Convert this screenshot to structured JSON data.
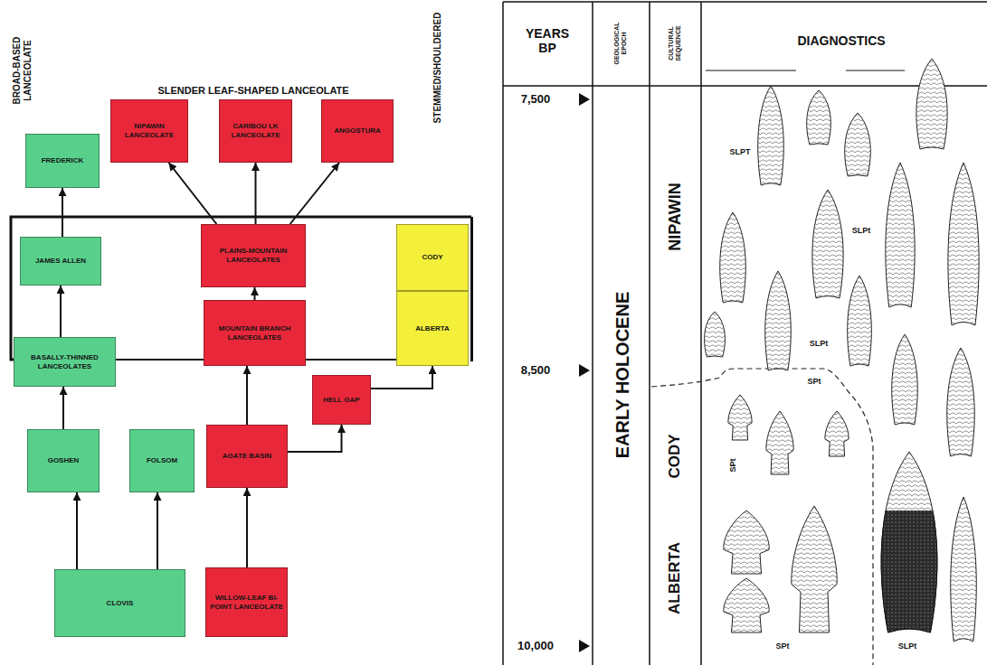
{
  "diagram": {
    "nodes": [
      {
        "text": [
          "FREDERICK"
        ]
      },
      {
        "text": [
          "NIPAWIN LANCEOLATE"
        ]
      },
      {
        "text": [
          "CARIBOU LK LANCEOLATE"
        ]
      },
      {
        "text": [
          "ANGOSTURA"
        ]
      },
      {
        "text": [
          "JAMES ALLEN"
        ]
      },
      {
        "text": [
          "PLAINS-MOUNTAIN LANCEOLATES"
        ]
      },
      {
        "text": [
          "CODY"
        ]
      },
      {
        "text": [
          "MOUNTAIN BRANCH LANCEOLATES"
        ]
      },
      {
        "text": [
          "ALBERTA"
        ]
      },
      {
        "text": [
          "BASALLY-THINNED LANCEOLATES"
        ]
      },
      {
        "text": [
          "HELL GAP"
        ]
      },
      {
        "text": [
          "AGATE BASIN"
        ]
      },
      {
        "text": [
          "GOSHEN"
        ]
      },
      {
        "text": [
          "FOLSOM"
        ]
      },
      {
        "text": [
          "CLOVIS"
        ]
      },
      {
        "text": [
          "WILLOW-LEAF BI-POINT LANCEOLATE"
        ]
      }
    ],
    "edges": [
      {
        "from": 14,
        "to": 12,
        "arrow": "to"
      },
      {
        "from": 14,
        "to": 13,
        "arrow": "to"
      },
      {
        "from": 12,
        "to": 9,
        "arrow": "to"
      },
      {
        "from": 9,
        "to": 4,
        "arrow": "to"
      },
      {
        "from": 4,
        "to": 0,
        "arrow": "to"
      },
      {
        "from": 15,
        "to": 11,
        "arrow": "to"
      },
      {
        "from": 11,
        "to": 7,
        "arrow": "to"
      },
      {
        "from": 11,
        "to": 10,
        "arrow": "to"
      },
      {
        "from": 10,
        "to": 8,
        "arrow": "to"
      },
      {
        "from": 7,
        "to": 5,
        "arrow": "to"
      },
      {
        "from": 5,
        "to": 1,
        "arrow": "to"
      },
      {
        "from": 5,
        "to": 2,
        "arrow": "to"
      },
      {
        "from": 5,
        "to": 3,
        "arrow": "to"
      },
      {
        "from": 9,
        "to": 7,
        "arrow": "none"
      },
      {
        "from": 7,
        "to": 8,
        "arrow": "none"
      }
    ],
    "labels": [
      "BROAD-BASED LANCEOLATE",
      "SLENDER LEAF-SHAPED LANCEOLATE",
      "STEMMED/SHOULDERED",
      "YEARS BP",
      "GEOLOGICAL EPOCH",
      "CULTURAL SEQUENCE",
      "DIAGNOSTICS",
      "7,500",
      "8,500",
      "10,000",
      "EARLY HOLOCENE",
      "NIPAWIN",
      "CODY",
      "ALBERTA",
      "SLPT",
      "SLPt",
      "SLPt",
      "SPt",
      "SPt",
      "SPt",
      "SLPt"
    ]
  }
}
